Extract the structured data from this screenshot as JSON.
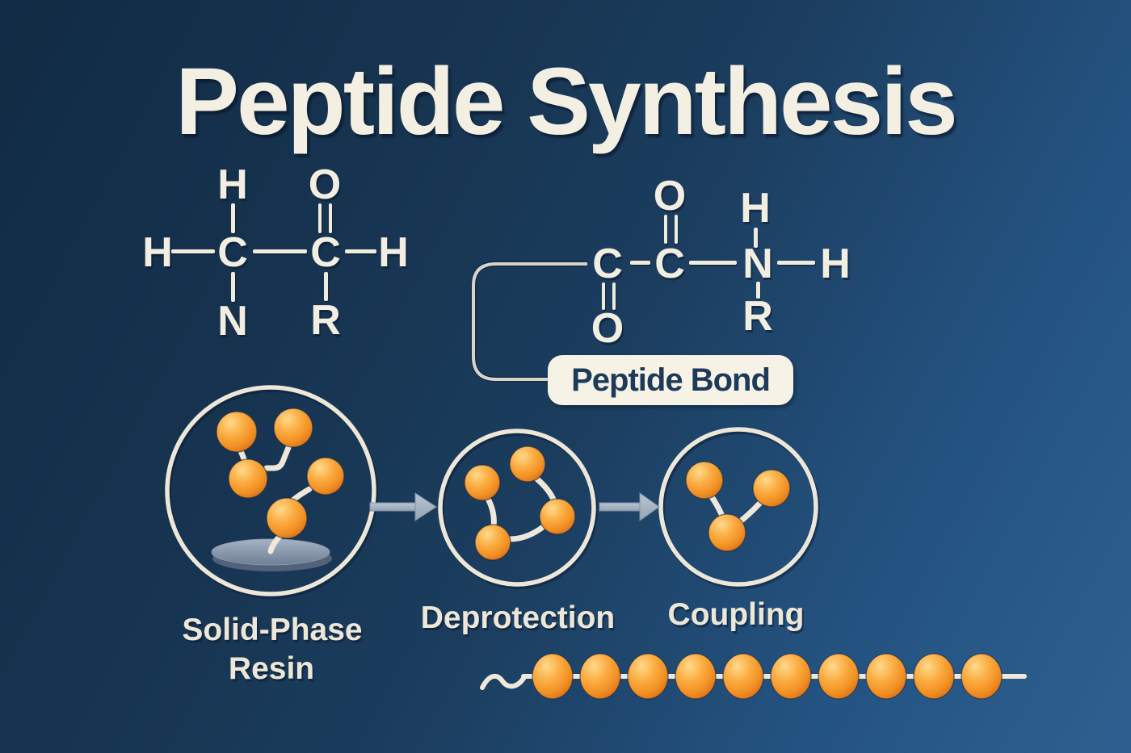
{
  "title": "Peptide Synthesis",
  "structures": {
    "amino_acid": {
      "atoms": [
        "H",
        "C",
        "C",
        "H",
        "H",
        "O",
        "N",
        "R"
      ]
    },
    "dipeptide": {
      "atoms": [
        "C",
        "C",
        "N",
        "H",
        "O",
        "H",
        "O",
        "R"
      ]
    }
  },
  "peptide_bond": {
    "label": "Peptide Bond"
  },
  "steps": [
    {
      "line1": "Solid-Phase",
      "line2": "Resin",
      "sphere_count": 5
    },
    {
      "line1": "Deprotection",
      "sphere_count": 4
    },
    {
      "line1": "Coupling",
      "sphere_count": 3
    }
  ],
  "peptide_chain": {
    "bead_count": 10
  },
  "colors": {
    "background_dark": "#14304d",
    "background_light": "#2d6090",
    "cream": "#f2eee1",
    "orange": "#f9a03a",
    "navy_text": "#1d3a5a",
    "arrow_grey": "#a8b5c3"
  }
}
